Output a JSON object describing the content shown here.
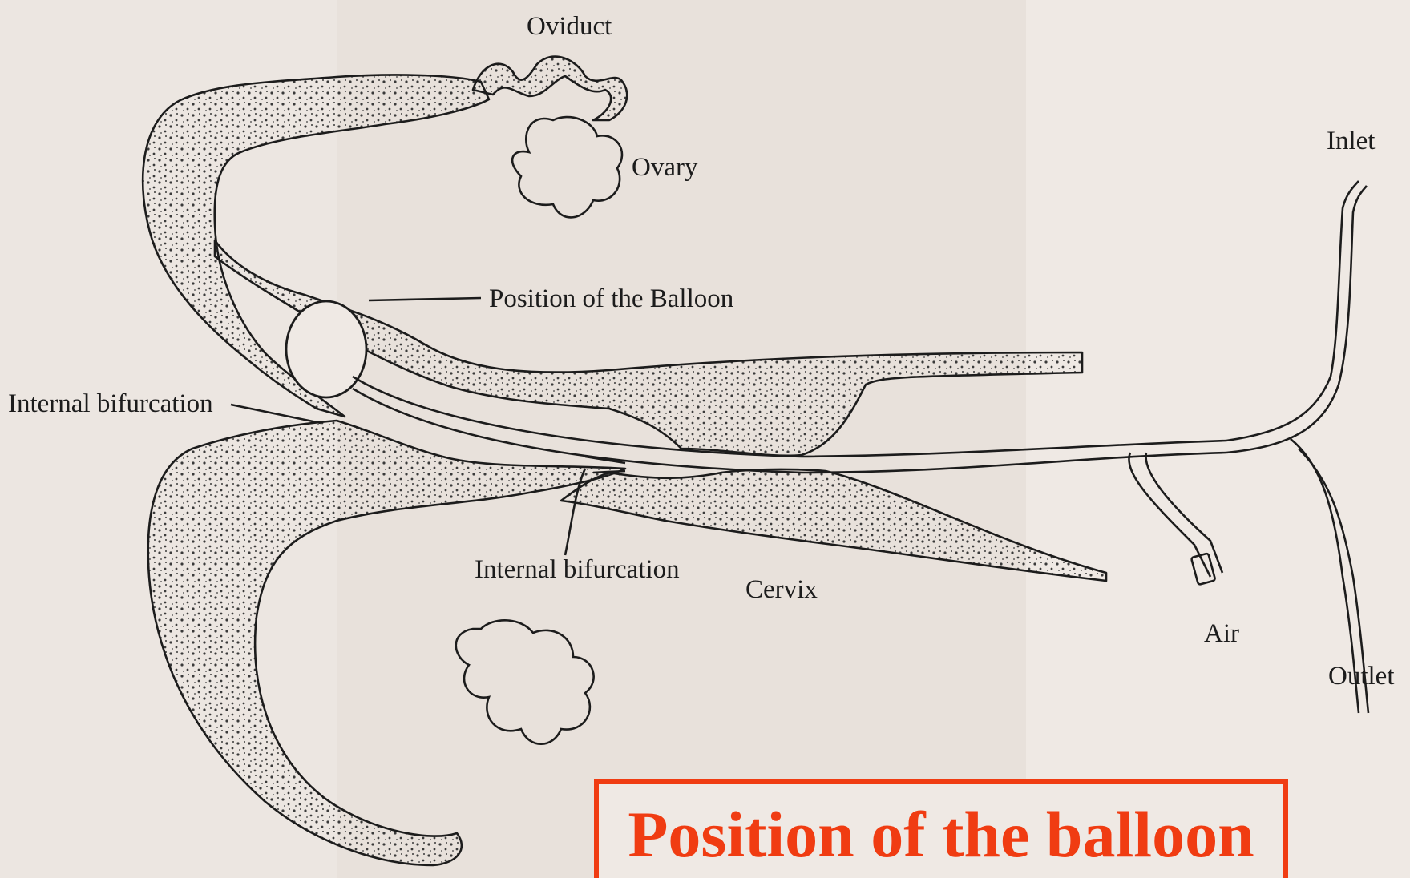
{
  "diagram": {
    "labels": {
      "oviduct": "Oviduct",
      "ovary": "Ovary",
      "position_balloon": "Position of the Balloon",
      "internal_bifurcation_left": "Internal bifurcation",
      "internal_bifurcation_center": "Internal bifurcation",
      "cervix": "Cervix",
      "inlet": "Inlet",
      "air": "Air",
      "outlet": "Outlet"
    },
    "caption": "Position of the balloon"
  },
  "colors": {
    "background": "#ece6e1",
    "caption_accent": "#f03c12",
    "ink": "#1c1c1c",
    "stipple": "#3a3a3a"
  }
}
